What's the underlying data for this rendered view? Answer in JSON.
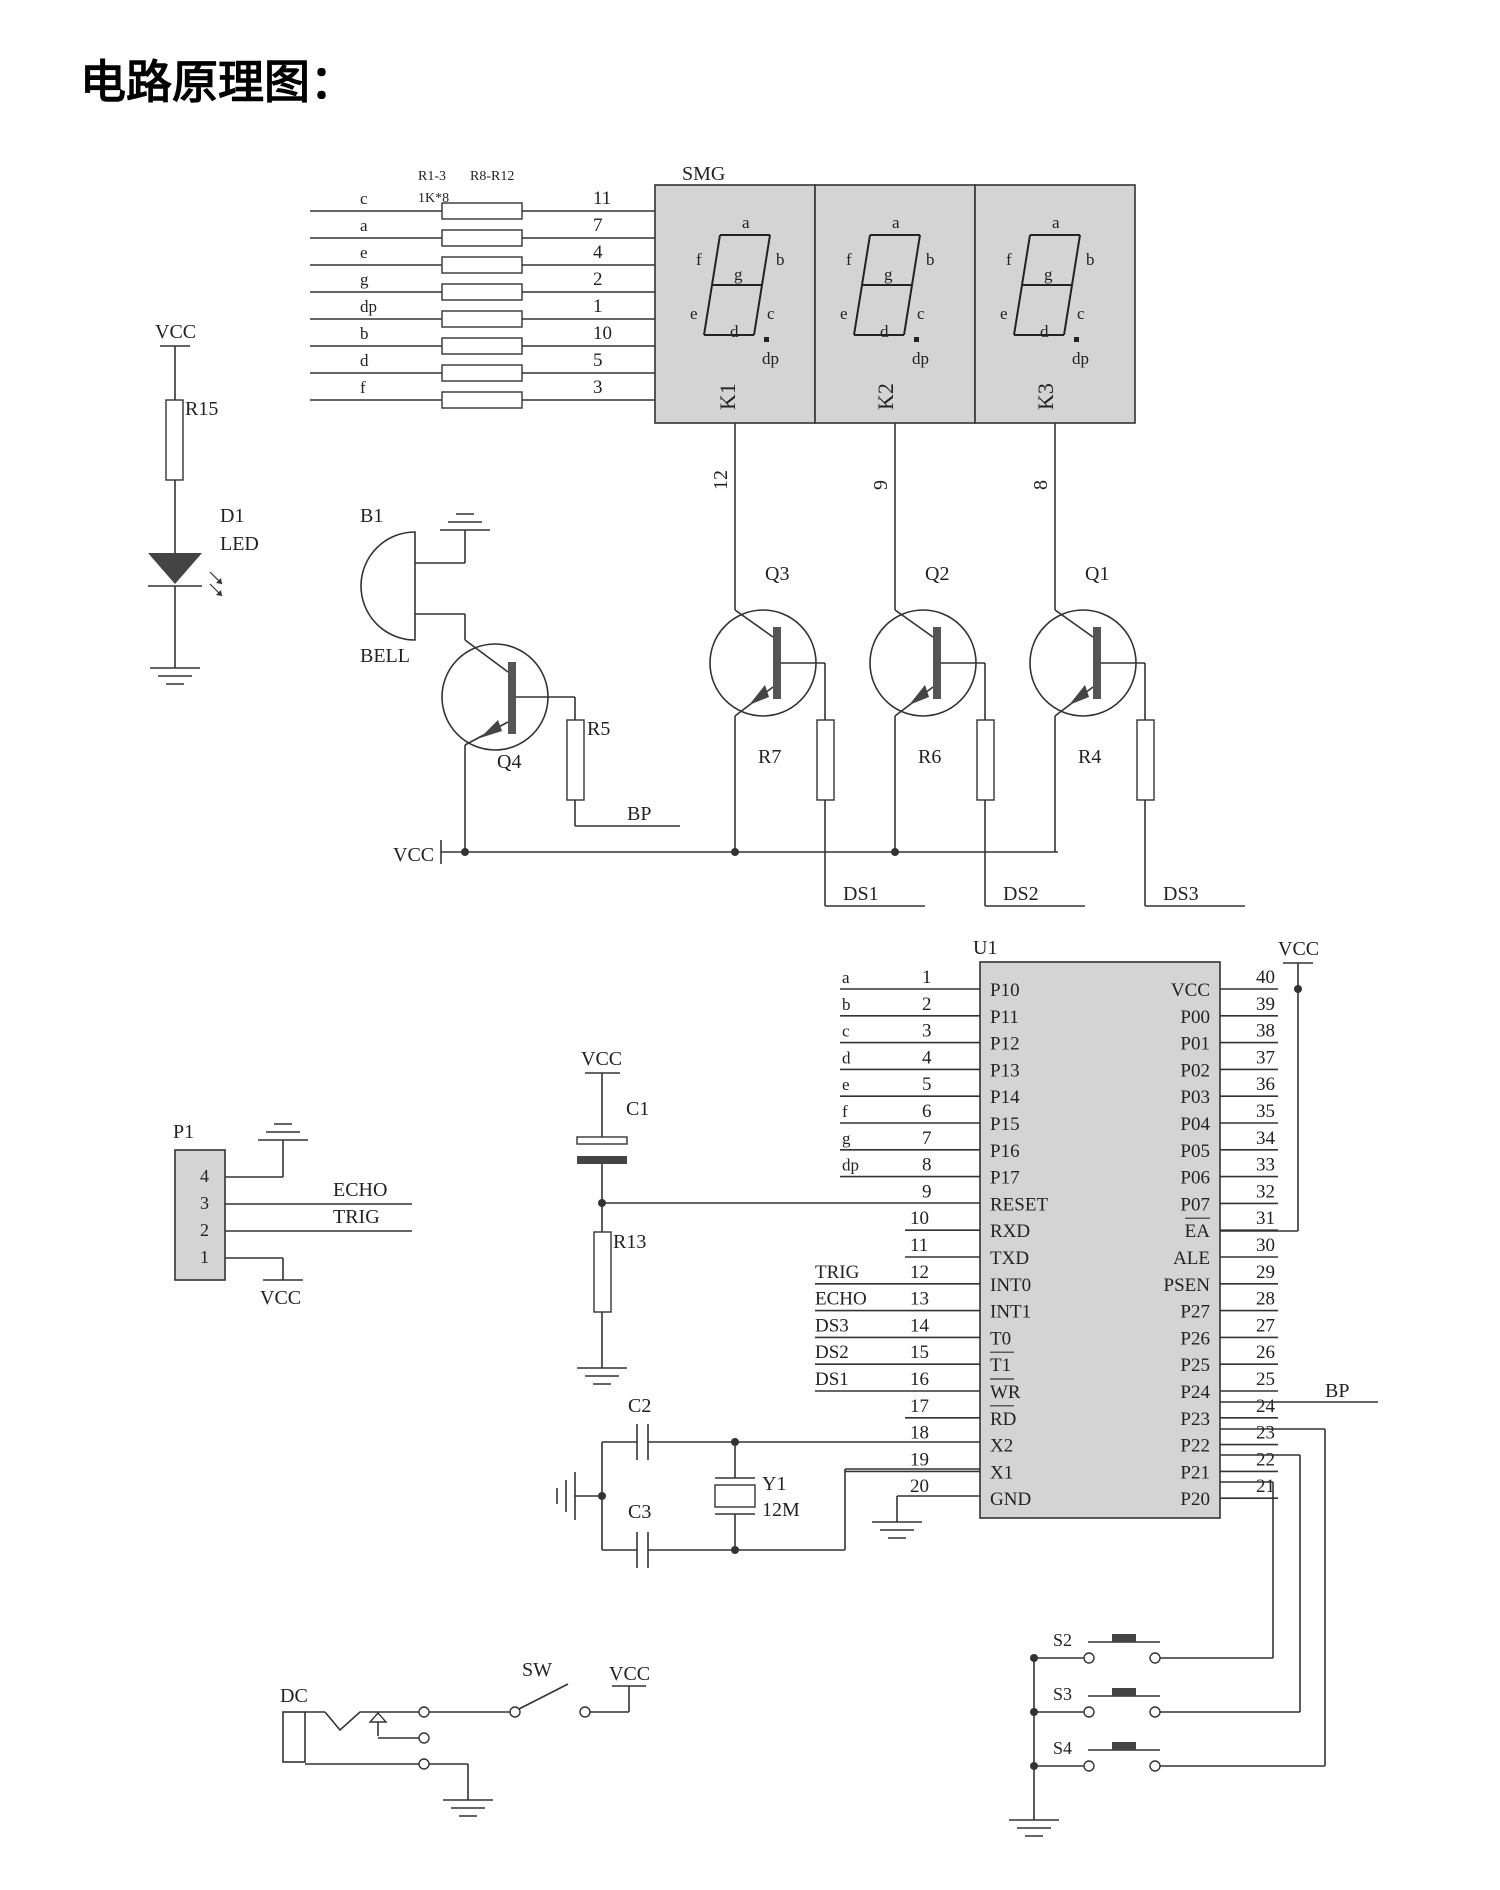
{
  "title": "电路原理图：",
  "vcc": "VCC",
  "r15": "R15",
  "d1": "D1",
  "led": "LED",
  "resistor_array": {
    "name": "R1-3",
    "value": "1K*8",
    "name2": "R8-R12"
  },
  "smg": {
    "label": "SMG",
    "inputs": [
      {
        "net": "c",
        "pin": "11",
        "seg": "a"
      },
      {
        "net": "a",
        "pin": "7",
        "seg": "b"
      },
      {
        "net": "e",
        "pin": "4",
        "seg": "c"
      },
      {
        "net": "g",
        "pin": "2",
        "seg": "d"
      },
      {
        "net": "dp",
        "pin": "1",
        "seg": "e"
      },
      {
        "net": "b",
        "pin": "10",
        "seg": "f"
      },
      {
        "net": "d",
        "pin": "5",
        "seg": "g"
      },
      {
        "net": "f",
        "pin": "3",
        "seg": "dp"
      }
    ],
    "digits": [
      {
        "k": "K1",
        "pin": "12",
        "q": "Q3",
        "r": "R7",
        "ds": "DS1"
      },
      {
        "k": "K2",
        "pin": "9",
        "q": "Q2",
        "r": "R6",
        "ds": "DS2"
      },
      {
        "k": "K3",
        "pin": "8",
        "q": "Q1",
        "r": "R4",
        "ds": "DS3"
      }
    ],
    "seg_letters": {
      "a": "a",
      "b": "b",
      "c": "c",
      "d": "d",
      "e": "e",
      "f": "f",
      "g": "g",
      "dp": "dp"
    }
  },
  "buzzer": {
    "b1": "B1",
    "bell": "BELL",
    "q4": "Q4",
    "r5": "R5",
    "bp": "BP"
  },
  "p1": {
    "name": "P1",
    "pins": [
      "4",
      "3",
      "2",
      "1"
    ],
    "echo": "ECHO",
    "trig": "TRIG"
  },
  "reset": {
    "c1": "C1",
    "r13": "R13"
  },
  "crystal": {
    "c2": "C2",
    "c3": "C3",
    "y1": "Y1",
    "freq": "12M"
  },
  "u1": {
    "name": "U1",
    "left_pins": [
      {
        "num": "1",
        "name": "P10",
        "net": "a"
      },
      {
        "num": "2",
        "name": "P11",
        "net": "b"
      },
      {
        "num": "3",
        "name": "P12",
        "net": "c"
      },
      {
        "num": "4",
        "name": "P13",
        "net": "d"
      },
      {
        "num": "5",
        "name": "P14",
        "net": "e"
      },
      {
        "num": "6",
        "name": "P15",
        "net": "f"
      },
      {
        "num": "7",
        "name": "P16",
        "net": "g"
      },
      {
        "num": "8",
        "name": "P17",
        "net": "dp"
      },
      {
        "num": "9",
        "name": "RESET",
        "net": ""
      },
      {
        "num": "10",
        "name": "RXD",
        "net": ""
      },
      {
        "num": "11",
        "name": "TXD",
        "net": ""
      },
      {
        "num": "12",
        "name": "INT0",
        "net": "TRIG"
      },
      {
        "num": "13",
        "name": "INT1",
        "net": "ECHO"
      },
      {
        "num": "14",
        "name": "T0",
        "net": "DS3"
      },
      {
        "num": "15",
        "name": "T1",
        "net": "DS2"
      },
      {
        "num": "16",
        "name": "WR",
        "net": "DS1"
      },
      {
        "num": "17",
        "name": "RD",
        "net": ""
      },
      {
        "num": "18",
        "name": "X2",
        "net": ""
      },
      {
        "num": "19",
        "name": "X1",
        "net": ""
      },
      {
        "num": "20",
        "name": "GND",
        "net": ""
      }
    ],
    "right_pins": [
      {
        "num": "40",
        "name": "VCC",
        "net": ""
      },
      {
        "num": "39",
        "name": "P00",
        "net": ""
      },
      {
        "num": "38",
        "name": "P01",
        "net": ""
      },
      {
        "num": "37",
        "name": "P02",
        "net": ""
      },
      {
        "num": "36",
        "name": "P03",
        "net": ""
      },
      {
        "num": "35",
        "name": "P04",
        "net": ""
      },
      {
        "num": "34",
        "name": "P05",
        "net": ""
      },
      {
        "num": "33",
        "name": "P06",
        "net": ""
      },
      {
        "num": "32",
        "name": "P07",
        "net": ""
      },
      {
        "num": "31",
        "name": "EA",
        "net": ""
      },
      {
        "num": "30",
        "name": "ALE",
        "net": ""
      },
      {
        "num": "29",
        "name": "PSEN",
        "net": ""
      },
      {
        "num": "28",
        "name": "P27",
        "net": ""
      },
      {
        "num": "27",
        "name": "P26",
        "net": ""
      },
      {
        "num": "26",
        "name": "P25",
        "net": ""
      },
      {
        "num": "25",
        "name": "P24",
        "net": ""
      },
      {
        "num": "24",
        "name": "P23",
        "net": "BP"
      },
      {
        "num": "23",
        "name": "P22",
        "net": ""
      },
      {
        "num": "22",
        "name": "P21",
        "net": ""
      },
      {
        "num": "21",
        "name": "P20",
        "net": ""
      }
    ]
  },
  "switches": [
    "S2",
    "S3",
    "S4"
  ],
  "power": {
    "dc": "DC",
    "sw": "SW"
  }
}
